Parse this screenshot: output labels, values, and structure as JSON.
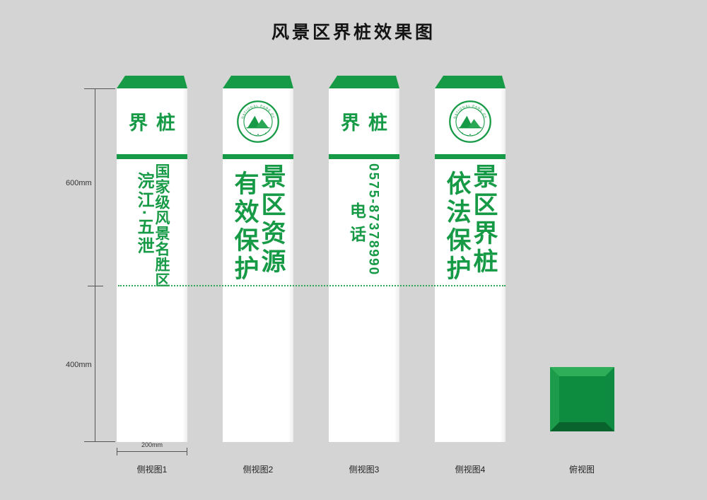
{
  "title": "风景区界桩效果图",
  "colors": {
    "green": "#169a46",
    "background": "#d4d4d4"
  },
  "dimensions": {
    "above_ground": "600mm",
    "below_ground": "400mm",
    "width": "200mm"
  },
  "logo": {
    "arc_text": "NATIONAL PARK OF CHINA"
  },
  "pillars": [
    {
      "head_type": "text",
      "head_text": "界桩",
      "columns": [
        "国家级风景名胜区",
        "浣江·五泄"
      ],
      "caption": "侧视图1"
    },
    {
      "head_type": "logo",
      "columns": [
        "景区资源",
        "有效保护"
      ],
      "caption": "侧视图2"
    },
    {
      "head_type": "text",
      "head_text": "界桩",
      "columns": [
        "0575-87378990",
        "电话"
      ],
      "caption": "侧视图3"
    },
    {
      "head_type": "logo",
      "columns": [
        "景区界桩",
        "依法保护"
      ],
      "caption": "侧视图4"
    }
  ],
  "top_view": {
    "label": "俯视图"
  }
}
